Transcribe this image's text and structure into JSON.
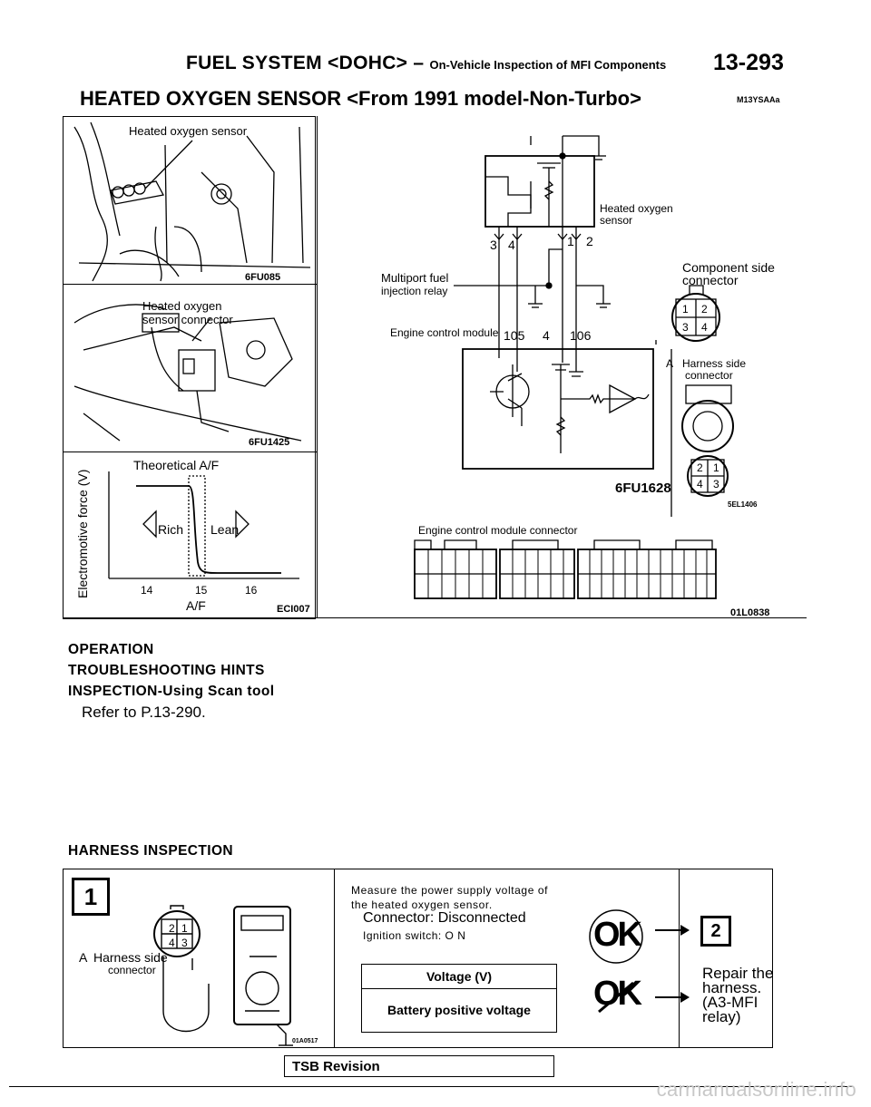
{
  "header": {
    "title": "FUEL SYSTEM <DOHC>",
    "dash": "–",
    "subtitle": "On-Vehicle Inspection of MFI Components",
    "page_number": "13-293"
  },
  "section": {
    "title": "HEATED OXYGEN SENSOR <From 1991 model-Non-Turbo>",
    "code": "M13YSAAa"
  },
  "figures": {
    "photo1": {
      "label": "Heated oxygen sensor",
      "code": "6FU085"
    },
    "photo2": {
      "label_line1": "Heated oxygen",
      "label_line2": "sensor connector",
      "code": "6FU1425"
    },
    "graph": {
      "title": "Theoretical A/F",
      "ylabel": "Electromotive force (V)",
      "xlabel": "A/F",
      "rich": "Rich",
      "lean": "Lean",
      "ticks": [
        "14",
        "15",
        "16"
      ],
      "code": "ECI007"
    },
    "circuit": {
      "sensor_label_line1": "Heated oxygen",
      "sensor_label_line2": "sensor",
      "pins": [
        "3",
        "4",
        "1",
        "2"
      ],
      "relay_label_line1": "Multiport fuel",
      "relay_label_line2": "injection relay",
      "ecm_label": "Engine control module",
      "ecm_pins": [
        "105",
        "4",
        "106"
      ],
      "component_line1": "Component side",
      "component_line2": "connector",
      "connector_pins_top": [
        "1",
        "2"
      ],
      "connector_pins_bottom": [
        "3",
        "4"
      ],
      "harness_line1": "Harness side",
      "harness_line2": "connector",
      "harness_pins_top": [
        "2",
        "1"
      ],
      "harness_pins_bottom": [
        "4",
        "3"
      ],
      "code": "6FU1628",
      "code2": "5EL1406",
      "marker": "A"
    },
    "ecm_connector": {
      "label": "Engine control module connector",
      "code": "01L0838"
    }
  },
  "headings": {
    "operation": "OPERATION",
    "troubleshooting": "TROUBLESHOOTING HINTS",
    "inspection": "INSPECTION-Using Scan tool",
    "refer": "Refer to P.13-290.",
    "harness": "HARNESS INSPECTION"
  },
  "step1": {
    "number": "1",
    "harness_line1": "Harness side",
    "harness_line2": "connector",
    "pins_top": [
      "2",
      "1"
    ],
    "pins_bottom": [
      "4",
      "3"
    ],
    "code": "01A0517",
    "instruction_line1": "Measure the power supply voltage of",
    "instruction_line2": "the heated oxygen sensor.",
    "condition1": "Connector: Disconnected",
    "condition2": "Ignition switch: O N",
    "table_header": "Voltage (V)",
    "table_value": "Battery positive voltage",
    "ok_label": "OK",
    "ng_label": "OK",
    "next_step": "2",
    "repair_line1": "Repair the",
    "repair_line2": "harness.",
    "repair_line3": "(A3-MFI",
    "repair_line4": "relay)"
  },
  "footer": {
    "tsb": "TSB Revision",
    "watermark": "carmanualsonline.info"
  }
}
